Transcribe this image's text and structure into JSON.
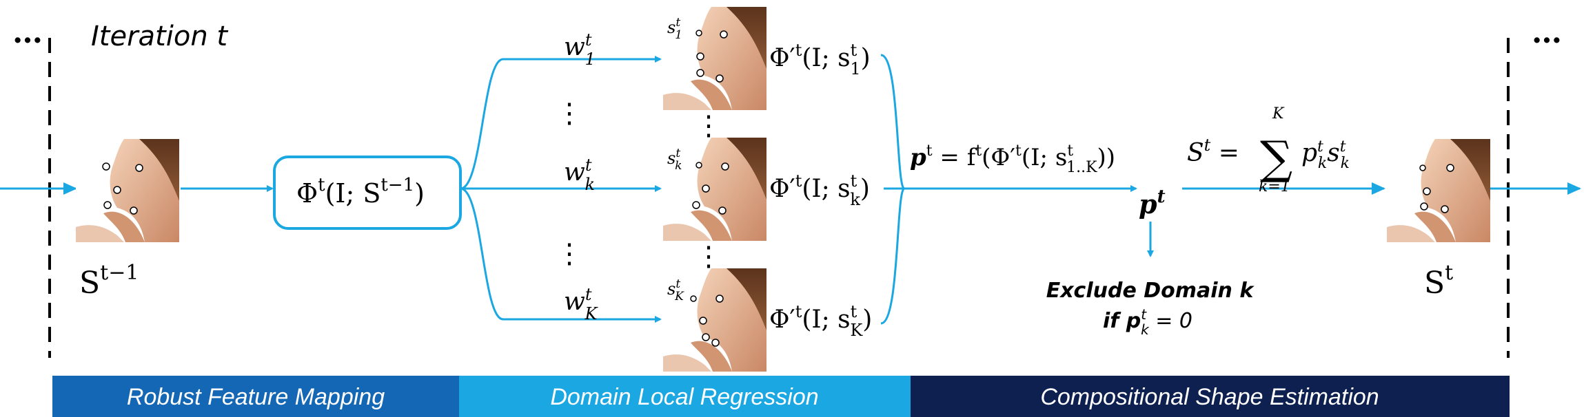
{
  "header": {
    "title": "Iteration t",
    "left_dots": "…",
    "right_dots": "…"
  },
  "input_shape_label": {
    "base": "S",
    "sup": "t−1"
  },
  "feature_box": {
    "base": "Φ",
    "sup": "t",
    "args": "(I; S",
    "args_sup": "t−1",
    "close": ")"
  },
  "weights": [
    {
      "base": "w",
      "sub": "1",
      "sup": "t"
    },
    {
      "base": "w",
      "sub": "k",
      "sup": "t"
    },
    {
      "base": "w",
      "sub": "K",
      "sup": "t"
    }
  ],
  "vertical_dots": "⋮",
  "domain_shapes": [
    {
      "base": "s",
      "sub": "1",
      "sup": "t"
    },
    {
      "base": "s",
      "sub": "k",
      "sup": "t"
    },
    {
      "base": "s",
      "sub": "K",
      "sup": "t"
    }
  ],
  "domain_features": [
    {
      "base": "Φ′",
      "sup": "t",
      "args": "(I; s",
      "sub": "1",
      "sup2": "t",
      "close": ")"
    },
    {
      "base": "Φ′",
      "sup": "t",
      "args": "(I; s",
      "sub": "k",
      "sup2": "t",
      "close": ")"
    },
    {
      "base": "Φ′",
      "sup": "t",
      "args": "(I; s",
      "sub": "K",
      "sup2": "t",
      "close": ")"
    }
  ],
  "weight_function": {
    "lhs": "p",
    "lhs_sup": "t",
    "eq": " = f",
    "f_sup": "t",
    "arg": "(Φ′",
    "arg_sup": "t",
    "arg2": "(I; s",
    "arg_sub": "1..K",
    "arg_sup2": "t",
    "close": "))"
  },
  "weight_vector": {
    "base": "p",
    "sup": "t"
  },
  "exclude_note": {
    "line1": "Exclude Domain k",
    "line2_prefix": "if p",
    "line2_sub": "k",
    "line2_sup": "t",
    "line2_suffix": " = 0"
  },
  "composition_formula": {
    "lhs": "S",
    "lhs_sup": "t",
    "eq": " = ",
    "sum": "∑",
    "sum_top": "K",
    "sum_bottom": "k=1",
    "term": "p",
    "term_sub": "k",
    "term_sup": "t",
    "term2": "s",
    "term2_sub": "k",
    "term2_sup": "t"
  },
  "output_shape_label": {
    "base": "S",
    "sup": "t"
  },
  "stages": [
    {
      "label": "Robust Feature Mapping",
      "color": "#1467b4"
    },
    {
      "label": "Domain Local Regression",
      "color": "#1aa7e2"
    },
    {
      "label": "Compositional Shape Estimation",
      "color": "#0d2050"
    }
  ],
  "colors": {
    "arrow": "#1aa7e2",
    "box_border": "#1aa7e2",
    "skin": "#d8a07c",
    "hair": "#7a4a2c",
    "landmark": "#ffffff"
  }
}
